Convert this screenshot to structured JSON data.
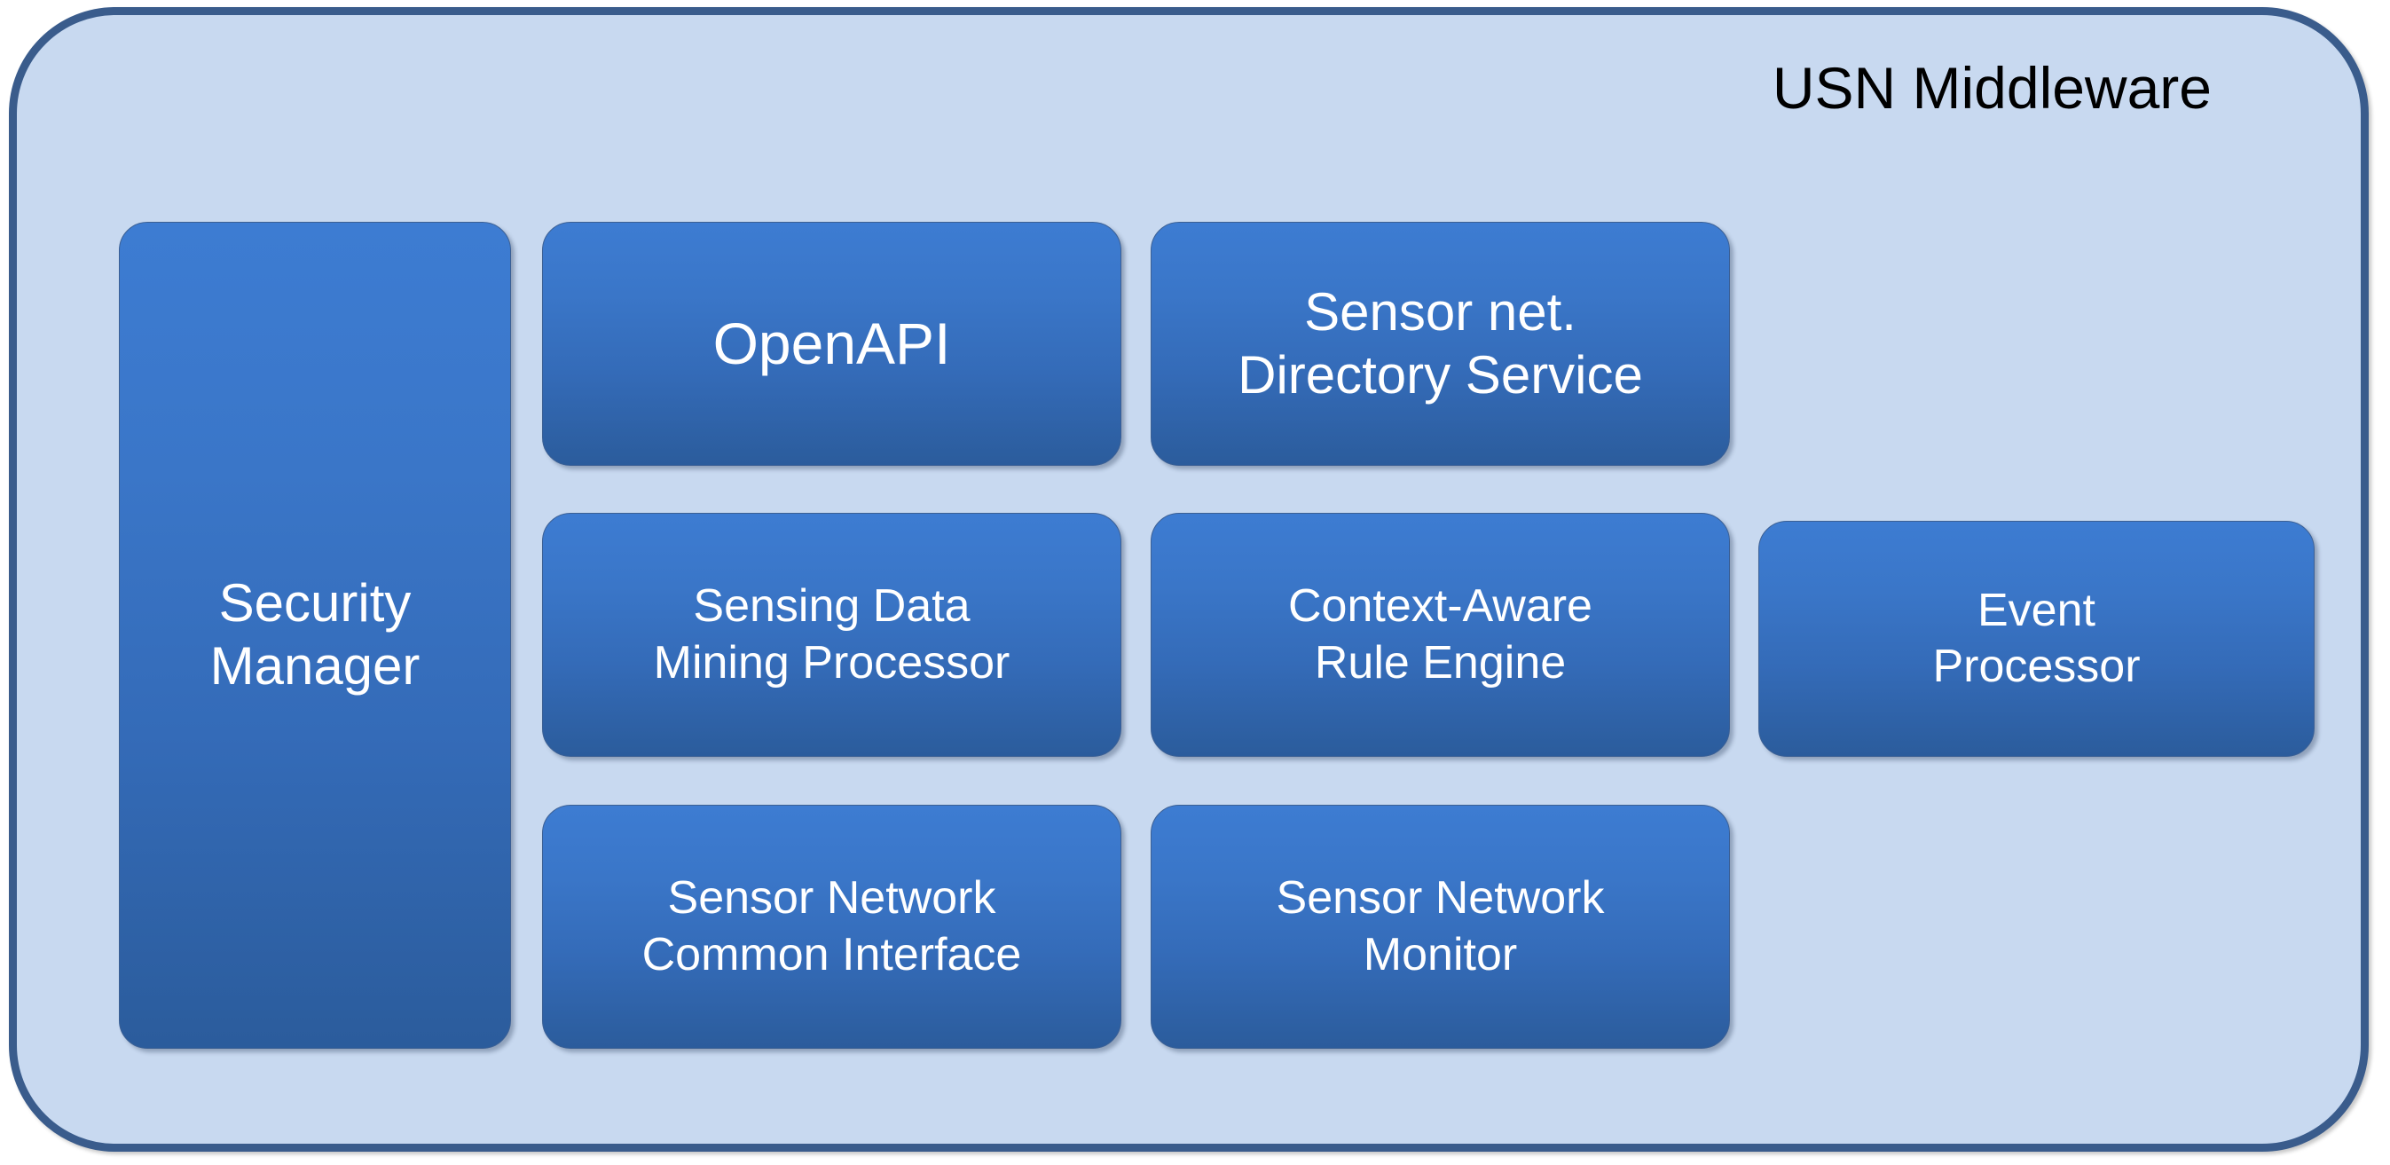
{
  "diagram": {
    "title": "USN Middleware",
    "colors": {
      "container_background": "#c8d9f0",
      "container_border": "#3a5c8c",
      "box_gradient_top": "#3d7cd2",
      "box_gradient_bottom": "#2b5c9c",
      "box_border": "#3c6094",
      "box_text": "#ffffff",
      "title_text": "#000000",
      "page_background": "#ffffff"
    },
    "boxes": [
      {
        "id": "security-manager",
        "lines": [
          "Security",
          "Manager"
        ],
        "column": "left",
        "spans_all_rows": true
      },
      {
        "id": "openapi",
        "lines": [
          "OpenAPI"
        ],
        "column": "2",
        "row": "1"
      },
      {
        "id": "directory-service",
        "lines": [
          "Sensor net.",
          "Directory Service"
        ],
        "column": "3",
        "row": "1"
      },
      {
        "id": "mining-processor",
        "lines": [
          "Sensing Data",
          "Mining Processor"
        ],
        "column": "2",
        "row": "2"
      },
      {
        "id": "rule-engine",
        "lines": [
          "Context-Aware",
          "Rule Engine"
        ],
        "column": "3",
        "row": "2"
      },
      {
        "id": "event-processor",
        "lines": [
          "Event",
          "Processor"
        ],
        "column": "4",
        "row": "2"
      },
      {
        "id": "common-interface",
        "lines": [
          "Sensor Network",
          "Common Interface"
        ],
        "column": "2",
        "row": "3"
      },
      {
        "id": "network-monitor",
        "lines": [
          "Sensor Network",
          "Monitor"
        ],
        "column": "3",
        "row": "3"
      }
    ]
  }
}
